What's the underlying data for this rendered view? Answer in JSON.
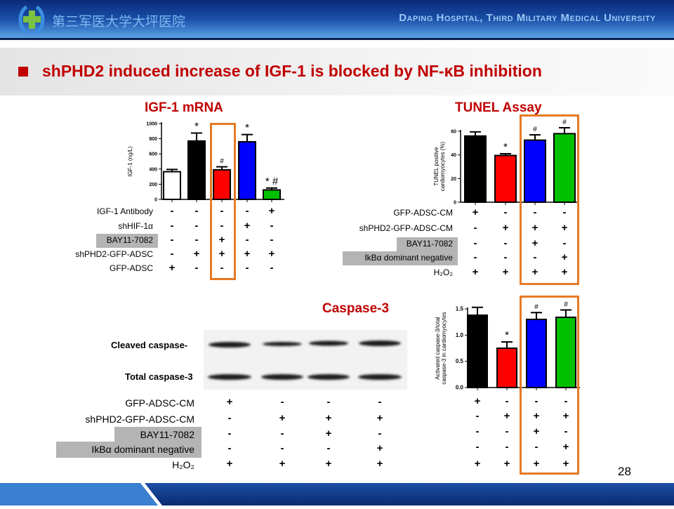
{
  "header": {
    "chinese_name": "第三军医大学大坪医院",
    "english_name": "Daping Hospital, Third Military Medical University"
  },
  "slide": {
    "title": "shPHD2 induced increase of IGF-1 is blocked by NF-κB inhibition",
    "page_number": "28"
  },
  "blot": {
    "title": "Caspase-3",
    "band_labels": [
      "Cleaved caspase-",
      "Total caspase-3"
    ]
  },
  "chart_data": [
    {
      "type": "bar",
      "title": "IGF-1 mRNA",
      "ylabel": "IGF-1 (ng/L)",
      "ylim": [
        0,
        1000
      ],
      "yticks": [
        0,
        200,
        400,
        600,
        800,
        1000
      ],
      "values": [
        365,
        770,
        390,
        760,
        125
      ],
      "errors": [
        30,
        105,
        40,
        95,
        25
      ],
      "colors": [
        "#ffffff",
        "#000000",
        "#ff0000",
        "#0000ff",
        "#00c000"
      ],
      "annotations": [
        "",
        "*",
        "#",
        "*",
        "* #"
      ],
      "conditions": [
        {
          "label": "IGF-1 Antibody",
          "values": [
            "-",
            "-",
            "-",
            "-",
            "+"
          ]
        },
        {
          "label": "shHIF-1α",
          "values": [
            "-",
            "-",
            "-",
            "+",
            "-"
          ]
        },
        {
          "label": "BAY11-7082",
          "values": [
            "-",
            "-",
            "+",
            "-",
            "-"
          ],
          "highlight": true
        },
        {
          "label": "shPHD2-GFP-ADSC",
          "values": [
            "-",
            "+",
            "+",
            "+",
            "+"
          ]
        },
        {
          "label": "GFP-ADSC",
          "values": [
            "+",
            "-",
            "-",
            "-",
            "-"
          ]
        }
      ]
    },
    {
      "type": "bar",
      "title": "TUNEL Assay",
      "ylabel": "TUNEL positive cardiomyocytes (%)",
      "ylim": [
        0,
        60
      ],
      "yticks": [
        0,
        20,
        40,
        60
      ],
      "values": [
        56,
        39.5,
        52.5,
        58
      ],
      "errors": [
        3.5,
        1.5,
        4.5,
        5
      ],
      "colors": [
        "#000000",
        "#ff0000",
        "#0000ff",
        "#00c000"
      ],
      "annotations": [
        "",
        "*",
        "#",
        "#"
      ],
      "conditions": [
        {
          "label": "GFP-ADSC-CM",
          "values": [
            "+",
            "-",
            "-",
            "-"
          ]
        },
        {
          "label": "shPHD2-GFP-ADSC-CM",
          "values": [
            "-",
            "+",
            "+",
            "+"
          ]
        },
        {
          "label": "BAY11-7082",
          "values": [
            "-",
            "-",
            "+",
            "-"
          ],
          "highlight": true
        },
        {
          "label": "IkBα dominant negative",
          "values": [
            "-",
            "-",
            "-",
            "+"
          ],
          "highlight": true
        },
        {
          "label": "H₂O₂",
          "values": [
            "+",
            "+",
            "+",
            "+"
          ]
        }
      ]
    },
    {
      "type": "bar",
      "title": "",
      "ylabel": "Activated caspase-3/total caspase-3 in cardiomyocytes",
      "ylim": [
        0,
        1.5
      ],
      "yticks": [
        "0.0",
        "0.5",
        "1.0",
        "1.5"
      ],
      "values": [
        1.38,
        0.75,
        1.3,
        1.34
      ],
      "errors": [
        0.15,
        0.12,
        0.13,
        0.14
      ],
      "colors": [
        "#000000",
        "#ff0000",
        "#0000ff",
        "#00c000"
      ],
      "annotations": [
        "",
        "*",
        "#",
        "#"
      ],
      "conditions": [
        {
          "label": "GFP-ADSC-CM",
          "values": [
            "+",
            "-",
            "-",
            "-"
          ]
        },
        {
          "label": "shPHD2-GFP-ADSC-CM",
          "values": [
            "-",
            "+",
            "+",
            "+"
          ]
        },
        {
          "label": "BAY11-7082",
          "values": [
            "-",
            "-",
            "+",
            "-"
          ],
          "highlight": true
        },
        {
          "label": "IkBα dominant negative",
          "values": [
            "-",
            "-",
            "-",
            "+"
          ],
          "highlight": true
        },
        {
          "label": "H₂O₂",
          "values": [
            "+",
            "+",
            "+",
            "+"
          ]
        }
      ]
    }
  ]
}
